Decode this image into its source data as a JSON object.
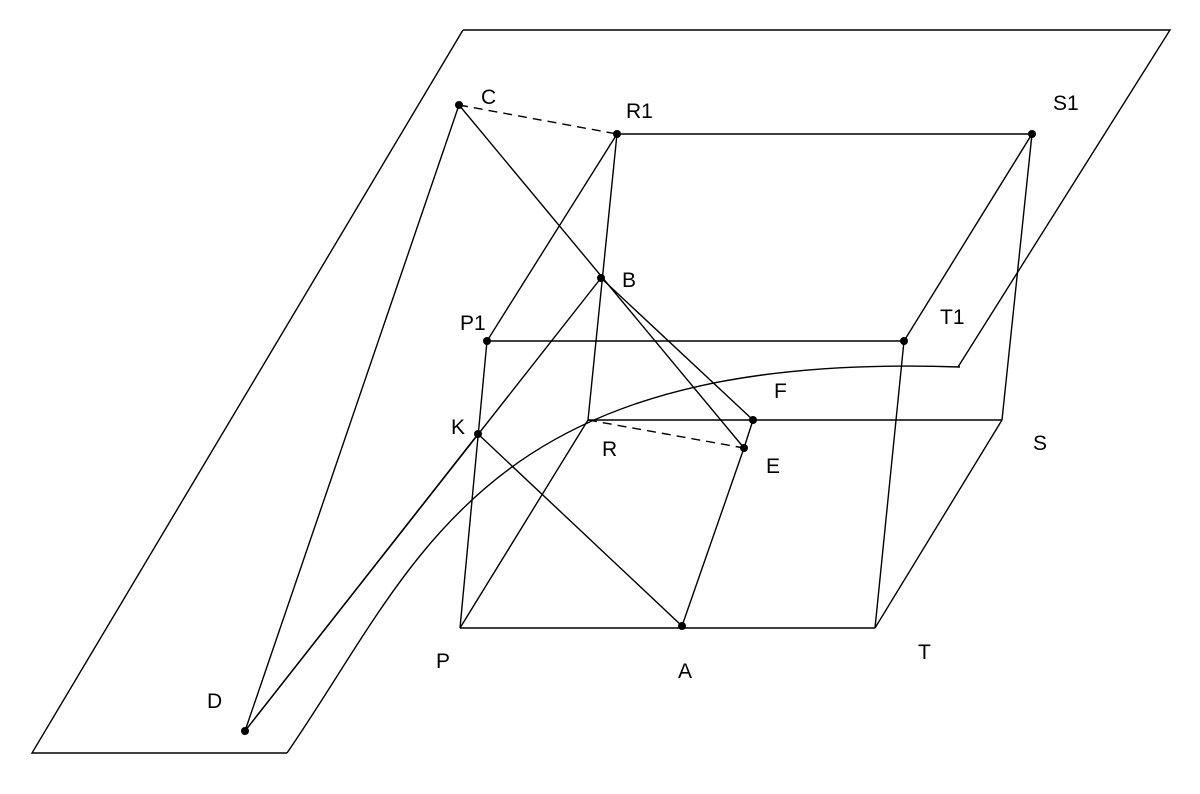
{
  "diagram": {
    "labels": {
      "C": "C",
      "R1": "R1",
      "S1": "S1",
      "B": "B",
      "P1": "P1",
      "T1": "T1",
      "F": "F",
      "K": "K",
      "R": "R",
      "E": "E",
      "S": "S",
      "P": "P",
      "A": "A",
      "T": "T",
      "D": "D"
    }
  }
}
